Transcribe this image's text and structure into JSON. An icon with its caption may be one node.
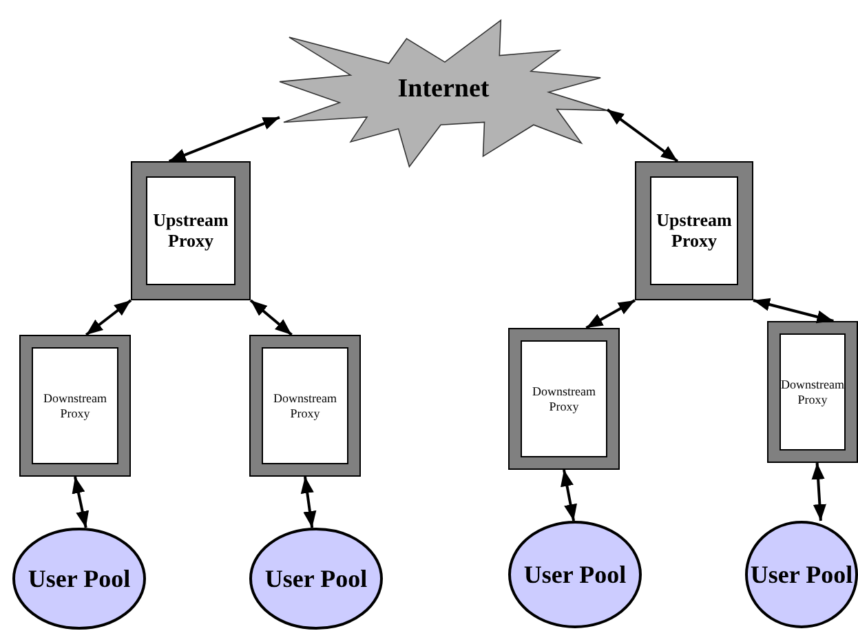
{
  "diagram": {
    "nodes": [
      {
        "text": [
          "Internet"
        ]
      },
      {
        "text": [
          "Upstream Proxy"
        ]
      },
      {
        "text": [
          "Upstream Proxy"
        ]
      },
      {
        "text": [
          "Downstream Proxy"
        ]
      },
      {
        "text": [
          "Downstream Proxy"
        ]
      },
      {
        "text": [
          "Downstream Proxy"
        ]
      },
      {
        "text": [
          "Downstream Proxy"
        ]
      },
      {
        "text": [
          "User Pool"
        ]
      },
      {
        "text": [
          "User Pool"
        ]
      },
      {
        "text": [
          "User Pool"
        ]
      },
      {
        "text": [
          "User Pool"
        ]
      }
    ],
    "edges": [
      {
        "from": 0,
        "to": 1,
        "arrow": "both"
      },
      {
        "from": 0,
        "to": 2,
        "arrow": "both"
      },
      {
        "from": 1,
        "to": 3,
        "arrow": "both"
      },
      {
        "from": 1,
        "to": 4,
        "arrow": "both"
      },
      {
        "from": 2,
        "to": 5,
        "arrow": "both"
      },
      {
        "from": 2,
        "to": 6,
        "arrow": "both"
      },
      {
        "from": 3,
        "to": 7,
        "arrow": "both"
      },
      {
        "from": 4,
        "to": 8,
        "arrow": "both"
      },
      {
        "from": 5,
        "to": 9,
        "arrow": "both"
      },
      {
        "from": 6,
        "to": 10,
        "arrow": "both"
      }
    ]
  }
}
